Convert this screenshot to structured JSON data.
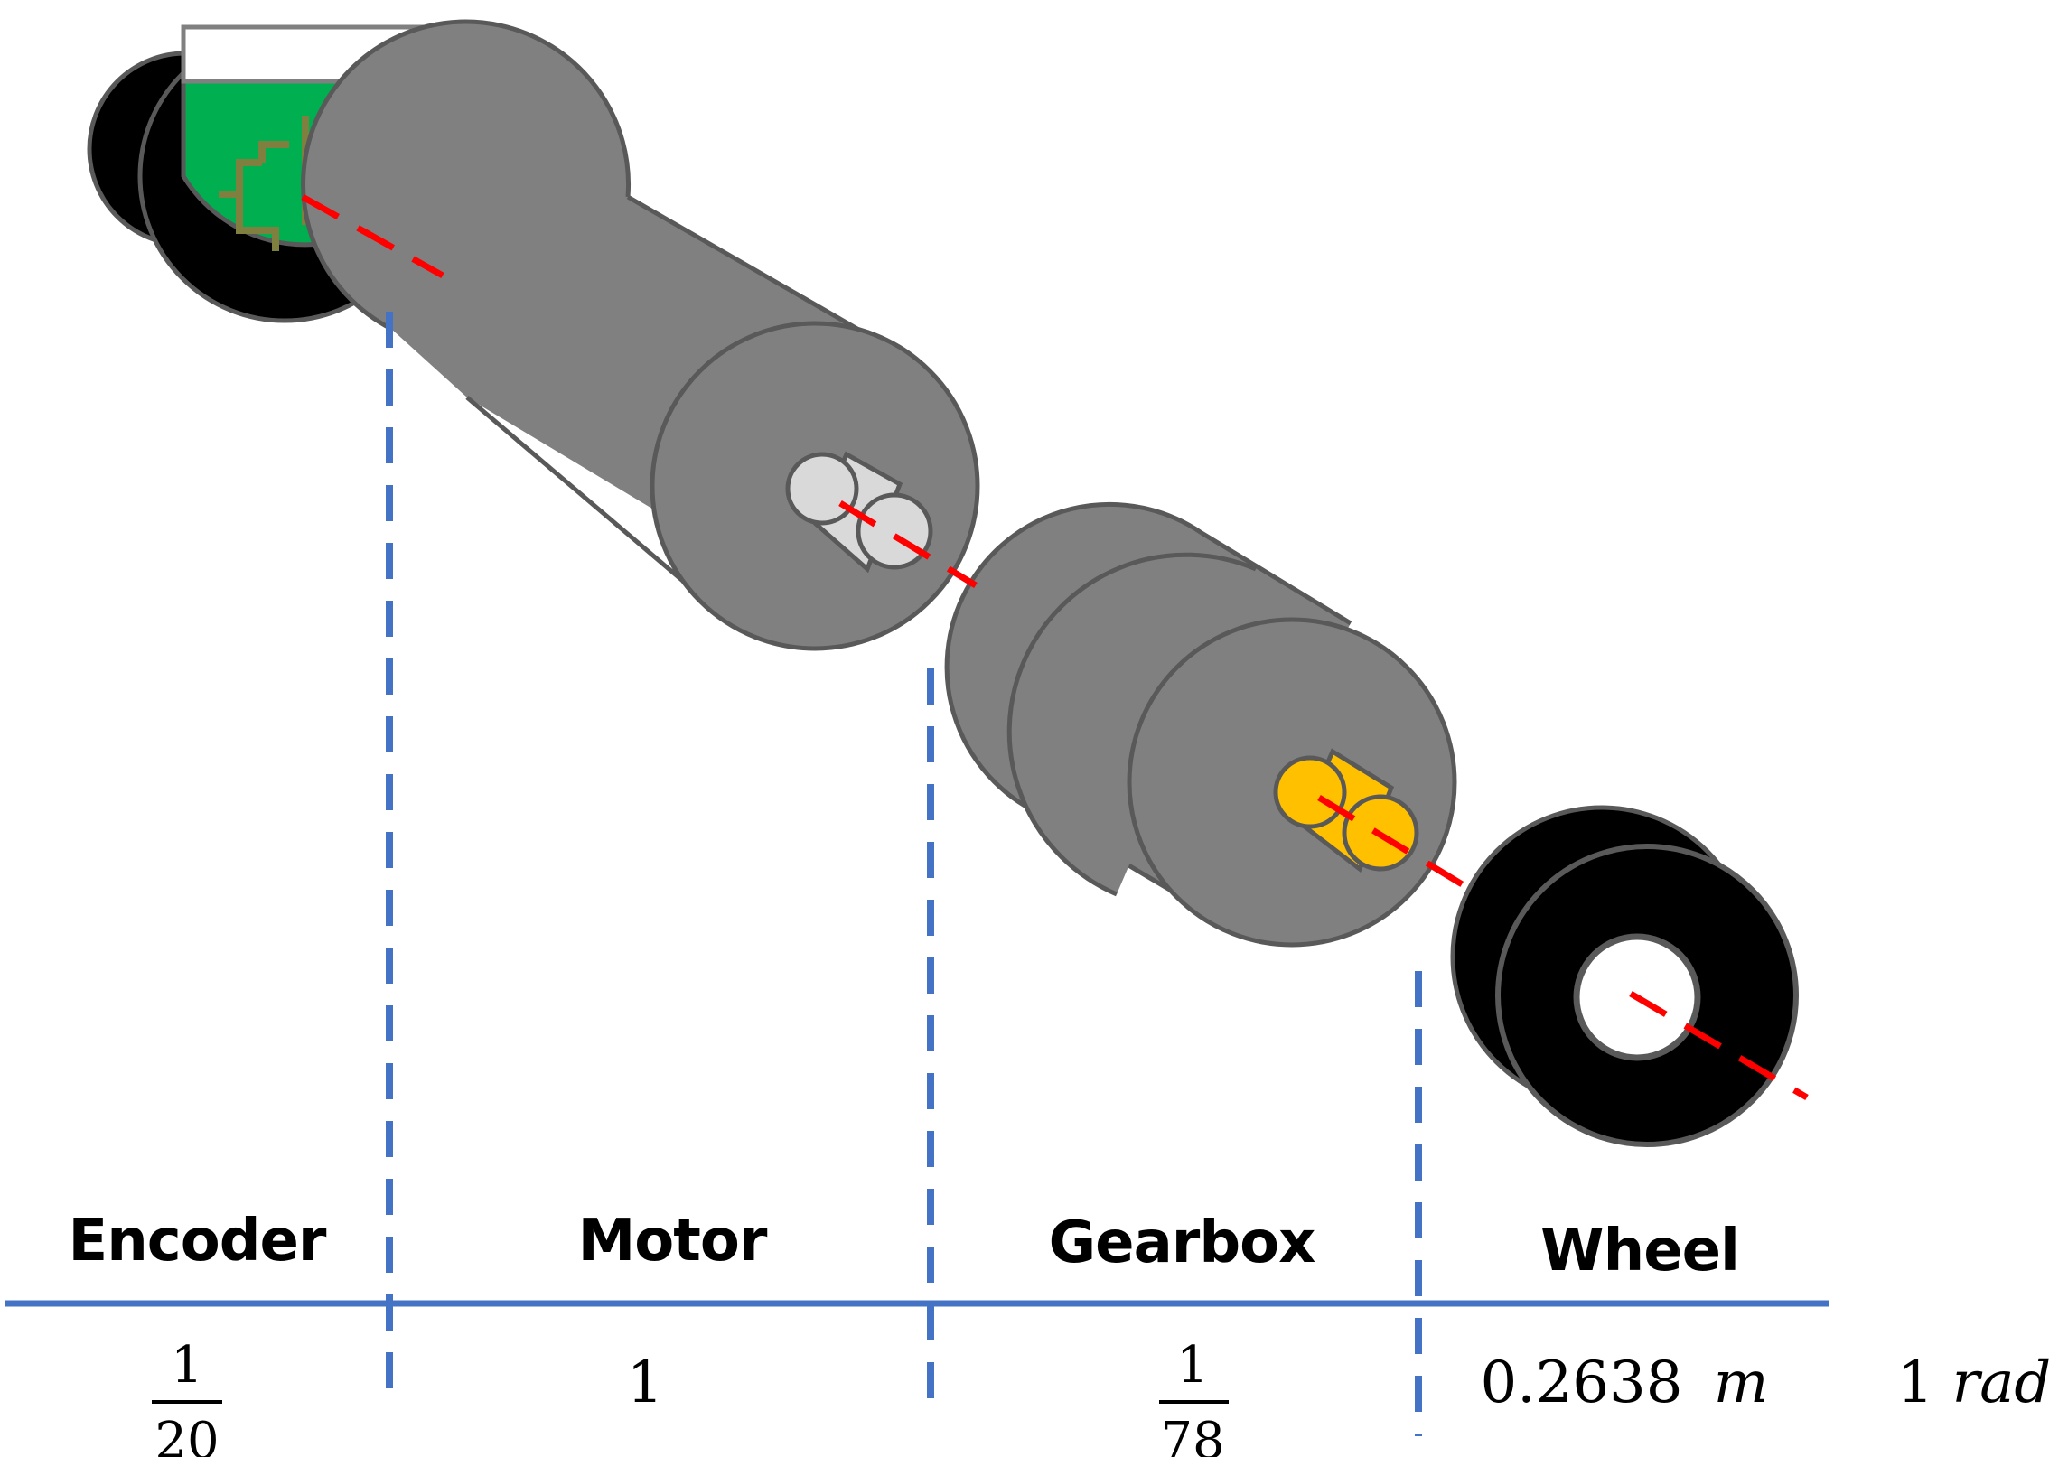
{
  "components": {
    "encoder": {
      "label": "Encoder",
      "ratio_num": "1",
      "ratio_den": "20"
    },
    "motor": {
      "label": "Motor",
      "ratio": "1"
    },
    "gearbox": {
      "label": "Gearbox",
      "ratio_num": "1",
      "ratio_den": "78"
    },
    "wheel": {
      "label": "Wheel",
      "value": "0.2638",
      "unit": "m"
    }
  },
  "angle": {
    "value": "1",
    "unit": "rad"
  },
  "colors": {
    "axis": "#ff0000",
    "divider": "#4472c4",
    "cylinder": "#808080",
    "outline": "#595959",
    "pcb": "#00b050",
    "motor_shaft": "#d9d9d9",
    "gearbox_shaft": "#ffc000",
    "wheel": "#000000"
  }
}
